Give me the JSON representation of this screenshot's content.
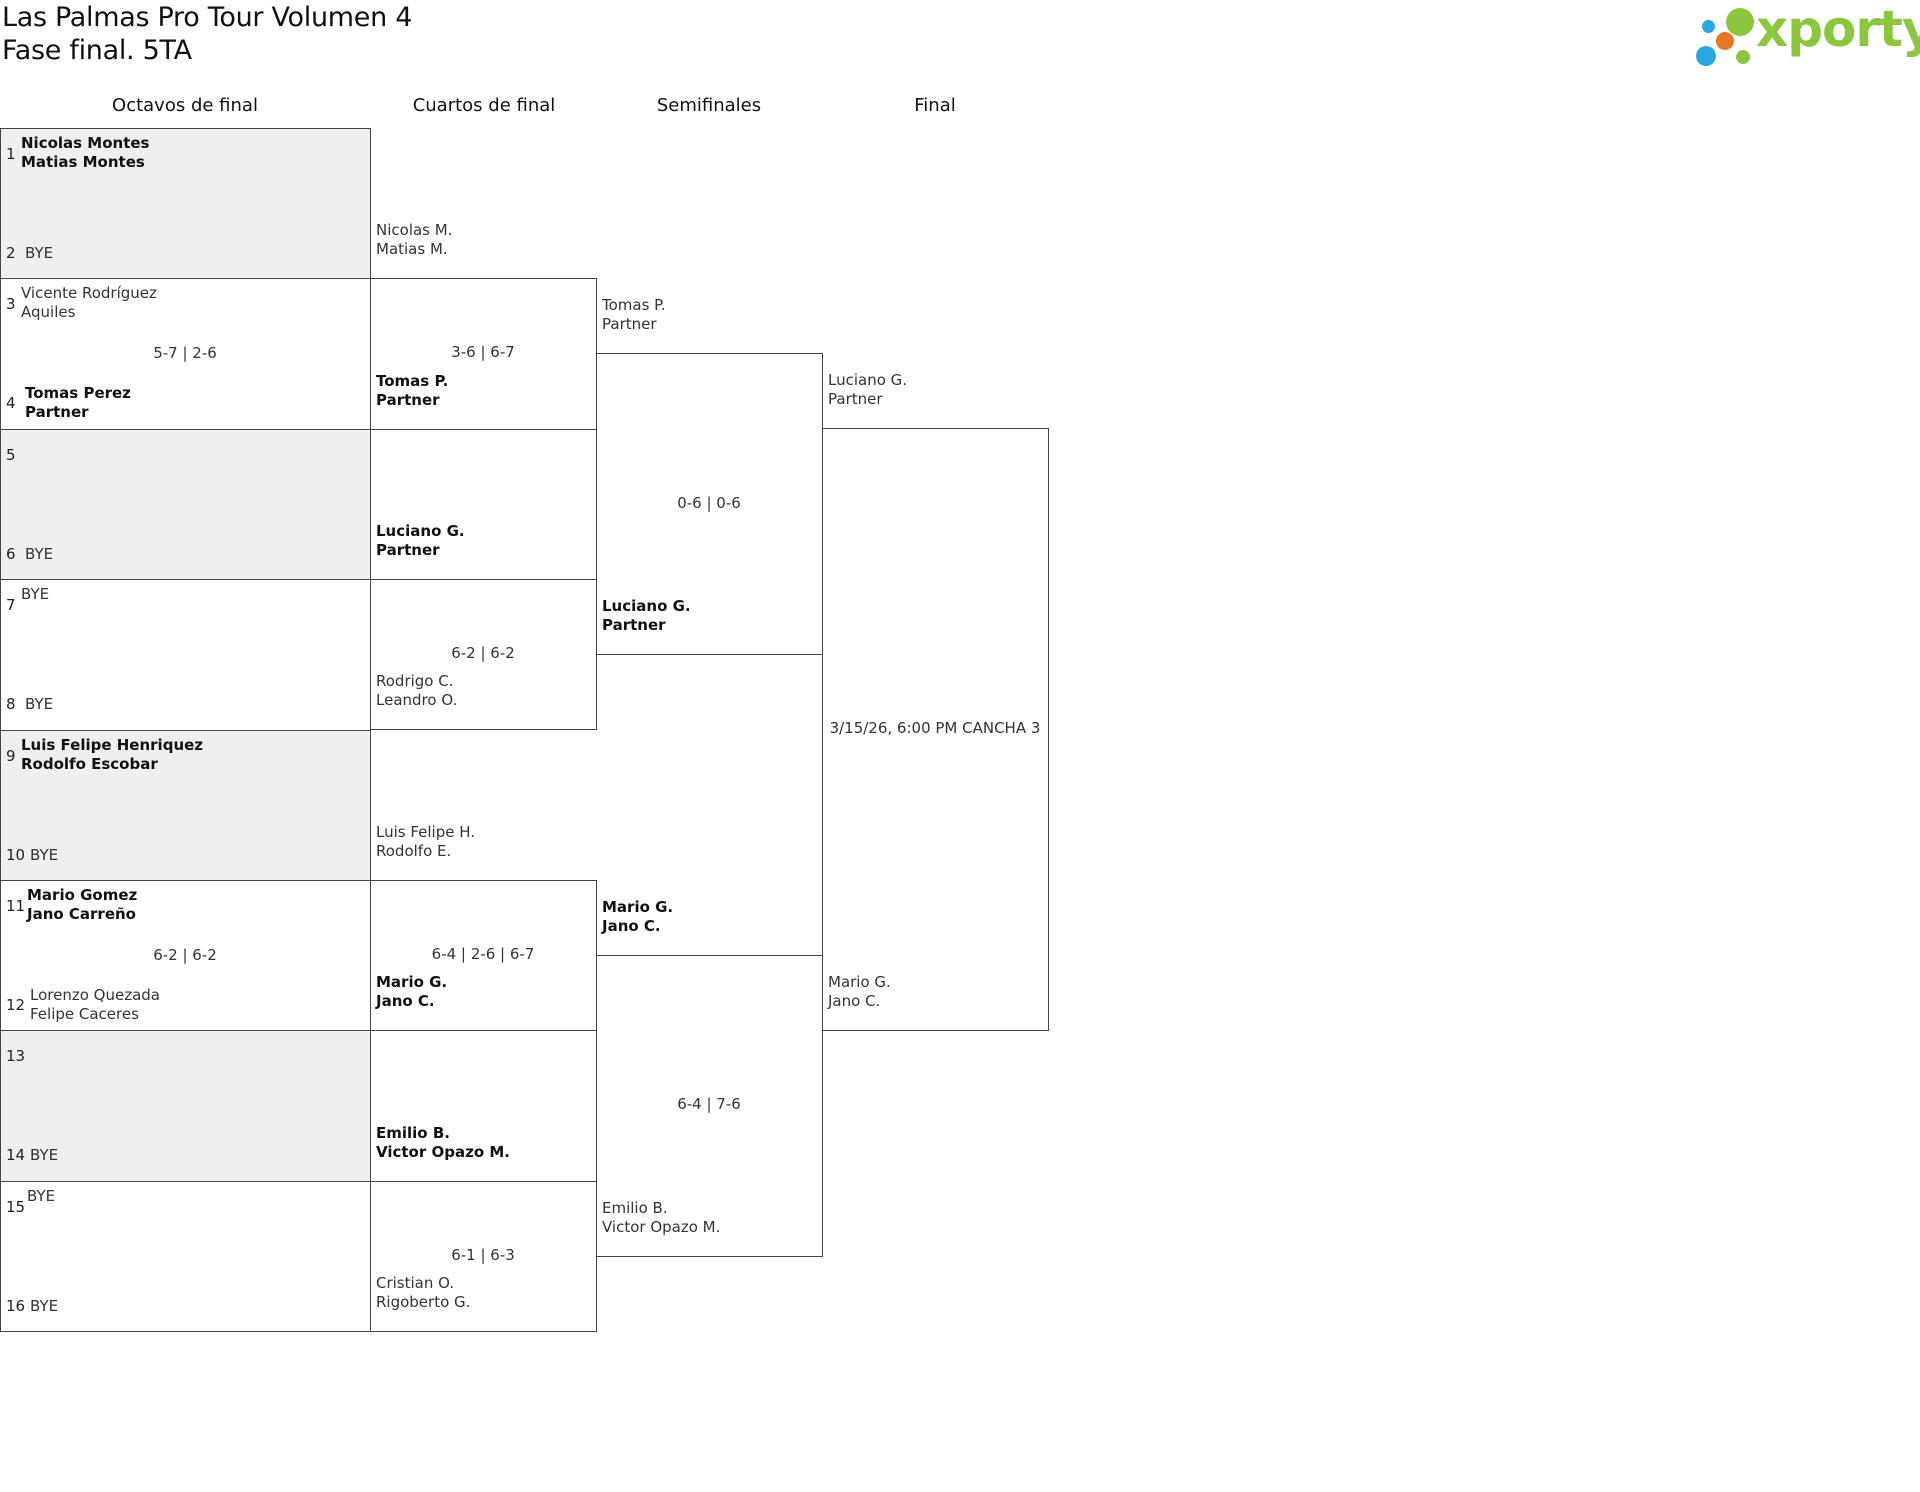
{
  "header": {
    "title": "Las Palmas Pro Tour Volumen 4",
    "subtitle": "Fase final. 5TA"
  },
  "brand": {
    "name": "xporty",
    "color": "#8cc63f"
  },
  "rounds": [
    "Octavos de final",
    "Cuartos de final",
    "Semifinales",
    "Final"
  ],
  "r16": [
    {
      "seed_a": "1",
      "a": [
        "Nicolas Montes",
        "Matias Montes"
      ],
      "a_win": true,
      "seed_b": "2",
      "b": [
        "BYE"
      ],
      "b_win": false,
      "score": "",
      "bye": true
    },
    {
      "seed_a": "3",
      "a": [
        "Vicente Rodríguez",
        "Aquiles"
      ],
      "a_win": false,
      "seed_b": "4",
      "b": [
        "Tomas Perez",
        "Partner"
      ],
      "b_win": true,
      "score": "5-7 | 2-6",
      "bye": false
    },
    {
      "seed_a": "5",
      "a": [],
      "a_win": false,
      "seed_b": "6",
      "b": [
        "BYE"
      ],
      "b_win": false,
      "score": "",
      "bye": true
    },
    {
      "seed_a": "7",
      "a": [
        "BYE"
      ],
      "a_win": false,
      "seed_b": "8",
      "b": [
        "BYE"
      ],
      "b_win": false,
      "score": "",
      "bye": false
    },
    {
      "seed_a": "9",
      "a": [
        "Luis Felipe Henriquez",
        "Rodolfo Escobar"
      ],
      "a_win": true,
      "seed_b": "10",
      "b": [
        "BYE"
      ],
      "b_win": false,
      "score": "",
      "bye": true
    },
    {
      "seed_a": "11",
      "a": [
        "Mario Gomez",
        "Jano Carreño"
      ],
      "a_win": true,
      "seed_b": "12",
      "b": [
        "Lorenzo Quezada",
        "Felipe Caceres"
      ],
      "b_win": false,
      "score": "6-2 | 6-2",
      "bye": false
    },
    {
      "seed_a": "13",
      "a": [],
      "a_win": false,
      "seed_b": "14",
      "b": [
        "BYE"
      ],
      "b_win": false,
      "score": "",
      "bye": true
    },
    {
      "seed_a": "15",
      "a": [
        "BYE"
      ],
      "a_win": false,
      "seed_b": "16",
      "b": [
        "BYE"
      ],
      "b_win": false,
      "score": "",
      "bye": false
    }
  ],
  "qf": [
    {
      "a": [
        "Nicolas M.",
        "Matias M."
      ],
      "a_win": false,
      "b": [
        "Tomas P.",
        "Partner"
      ],
      "b_win": true,
      "score": "3-6 | 6-7"
    },
    {
      "a": [
        "Luciano G.",
        "Partner"
      ],
      "a_win": true,
      "b": [
        "Rodrigo C.",
        "Leandro O."
      ],
      "b_win": false,
      "score": "6-2 | 6-2"
    },
    {
      "a": [
        "Luis Felipe H.",
        "Rodolfo E."
      ],
      "a_win": false,
      "b": [
        "Mario G.",
        "Jano C."
      ],
      "b_win": true,
      "score": "6-4 | 2-6 | 6-7"
    },
    {
      "a": [
        "Emilio B.",
        "Victor Opazo M."
      ],
      "a_win": true,
      "b": [
        "Cristian O.",
        "Rigoberto G."
      ],
      "b_win": false,
      "score": "6-1 | 6-3"
    }
  ],
  "sf": [
    {
      "a": [
        "Tomas P.",
        "Partner"
      ],
      "a_win": false,
      "b": [
        "Luciano G.",
        "Partner"
      ],
      "b_win": true,
      "score": "0-6 | 0-6"
    },
    {
      "a": [
        "Mario G.",
        "Jano C."
      ],
      "a_win": true,
      "b": [
        "Emilio B.",
        "Victor Opazo M."
      ],
      "b_win": false,
      "score": "6-4 | 7-6"
    }
  ],
  "final": {
    "a": [
      "Luciano G.",
      "Partner"
    ],
    "a_win": false,
    "b": [
      "Mario G.",
      "Jano C."
    ],
    "b_win": false,
    "score": "3/15/26, 6:00 PM CANCHA 3"
  }
}
